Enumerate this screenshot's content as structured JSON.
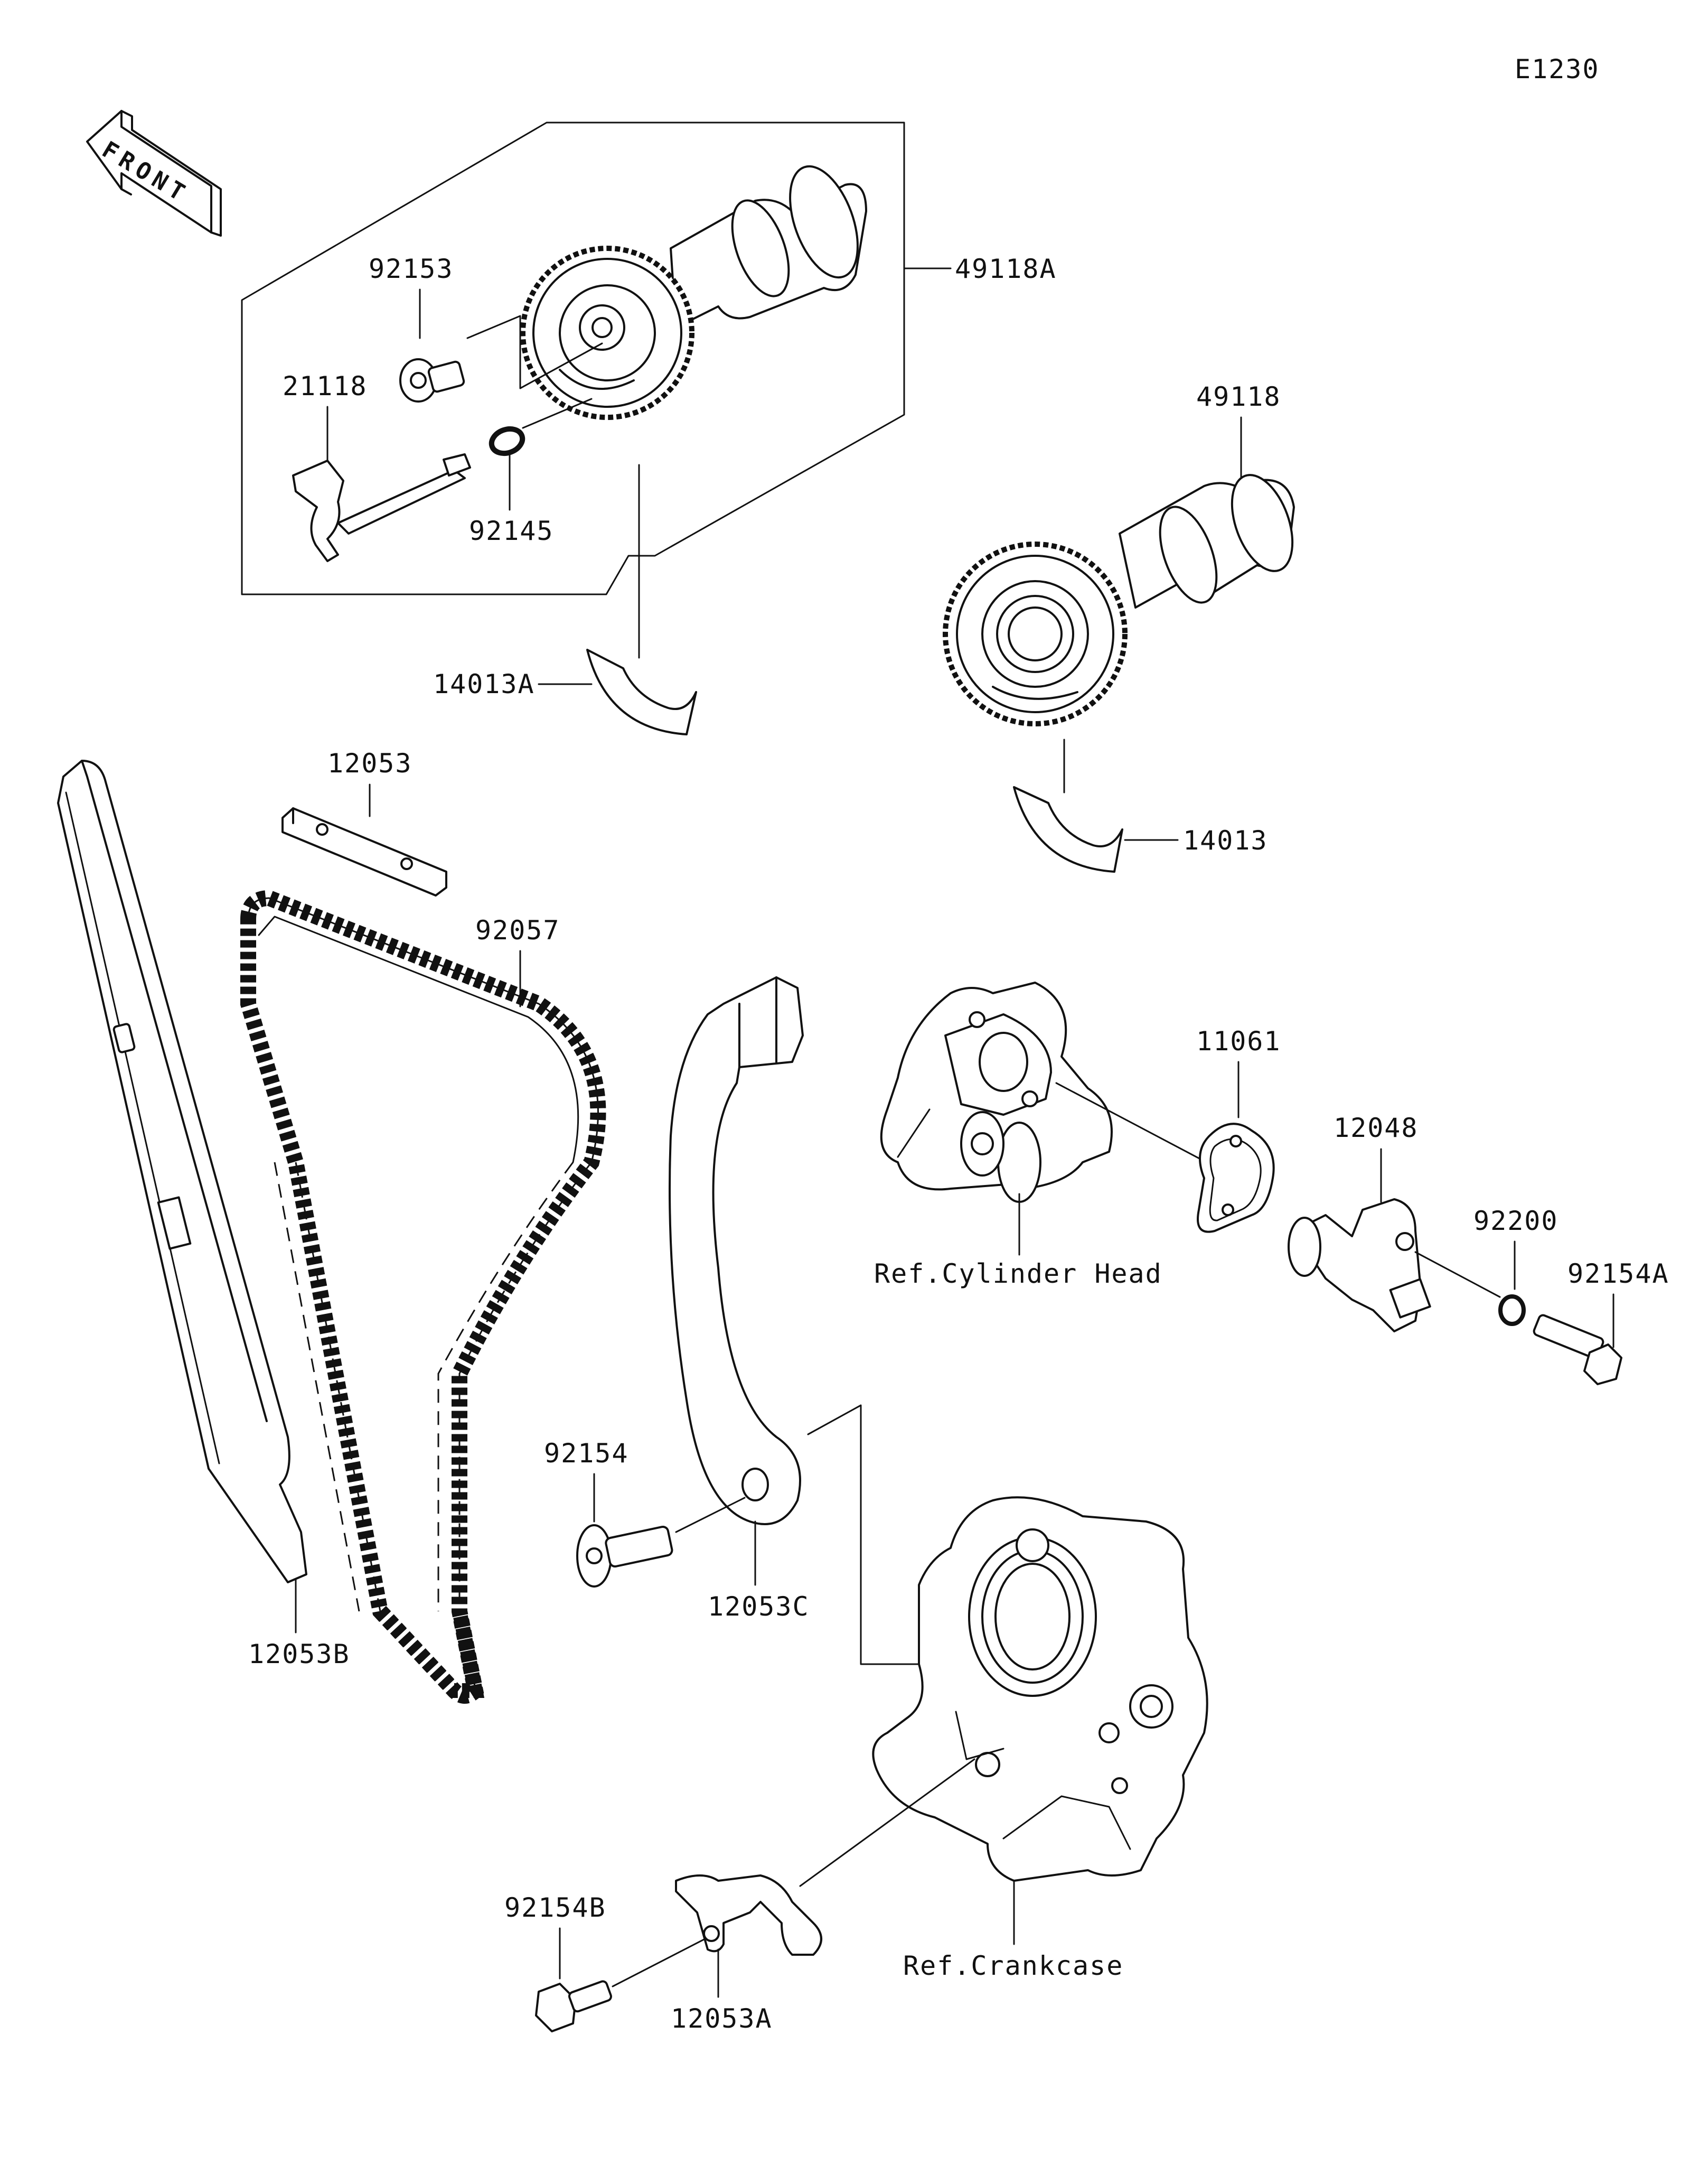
{
  "diagram_code": "E1230",
  "front_arrow_label": "FRONT",
  "part_labels": {
    "p49118A": "49118A",
    "p92153": "92153",
    "p21118": "21118",
    "p92145": "92145",
    "p14013A": "14013A",
    "p49118": "49118",
    "p14013": "14013",
    "p12053": "12053",
    "p92057": "92057",
    "p11061": "11061",
    "p12048": "12048",
    "p92200": "92200",
    "p92154A": "92154A",
    "p92154": "92154",
    "p12053C": "12053C",
    "p12053B": "12053B",
    "p92154B": "92154B",
    "p12053A": "12053A"
  },
  "reference_labels": {
    "cylinder_head": "Ref.Cylinder Head",
    "crankcase": "Ref.Crankcase"
  }
}
